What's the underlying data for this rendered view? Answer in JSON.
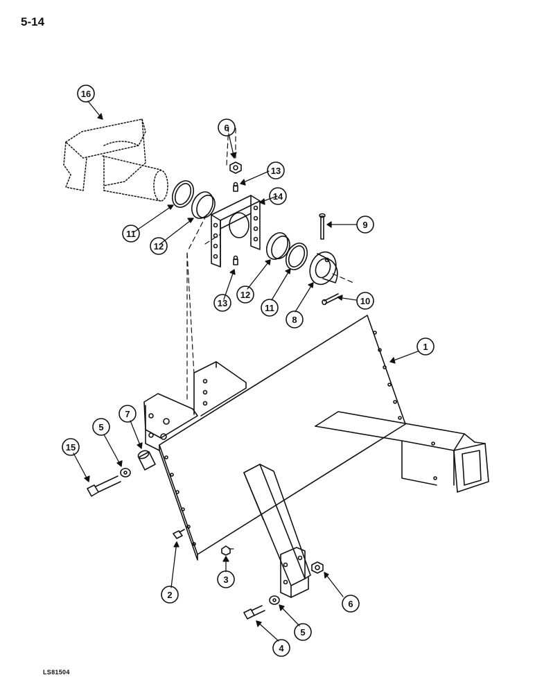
{
  "page": {
    "number": "5-14",
    "figure_id": "LS81504"
  },
  "callouts": [
    {
      "id": "c1",
      "label": "1"
    },
    {
      "id": "c2",
      "label": "2"
    },
    {
      "id": "c3",
      "label": "3"
    },
    {
      "id": "c4",
      "label": "4"
    },
    {
      "id": "c5a",
      "label": "5"
    },
    {
      "id": "c5b",
      "label": "5"
    },
    {
      "id": "c6a",
      "label": "6"
    },
    {
      "id": "c6b",
      "label": "6"
    },
    {
      "id": "c7",
      "label": "7"
    },
    {
      "id": "c8",
      "label": "8"
    },
    {
      "id": "c9",
      "label": "9"
    },
    {
      "id": "c10",
      "label": "10"
    },
    {
      "id": "c11a",
      "label": "11"
    },
    {
      "id": "c11b",
      "label": "11"
    },
    {
      "id": "c12a",
      "label": "12"
    },
    {
      "id": "c12b",
      "label": "12"
    },
    {
      "id": "c13a",
      "label": "13"
    },
    {
      "id": "c13b",
      "label": "13"
    },
    {
      "id": "c14",
      "label": "14"
    },
    {
      "id": "c15",
      "label": "15"
    },
    {
      "id": "c16",
      "label": "16"
    }
  ]
}
